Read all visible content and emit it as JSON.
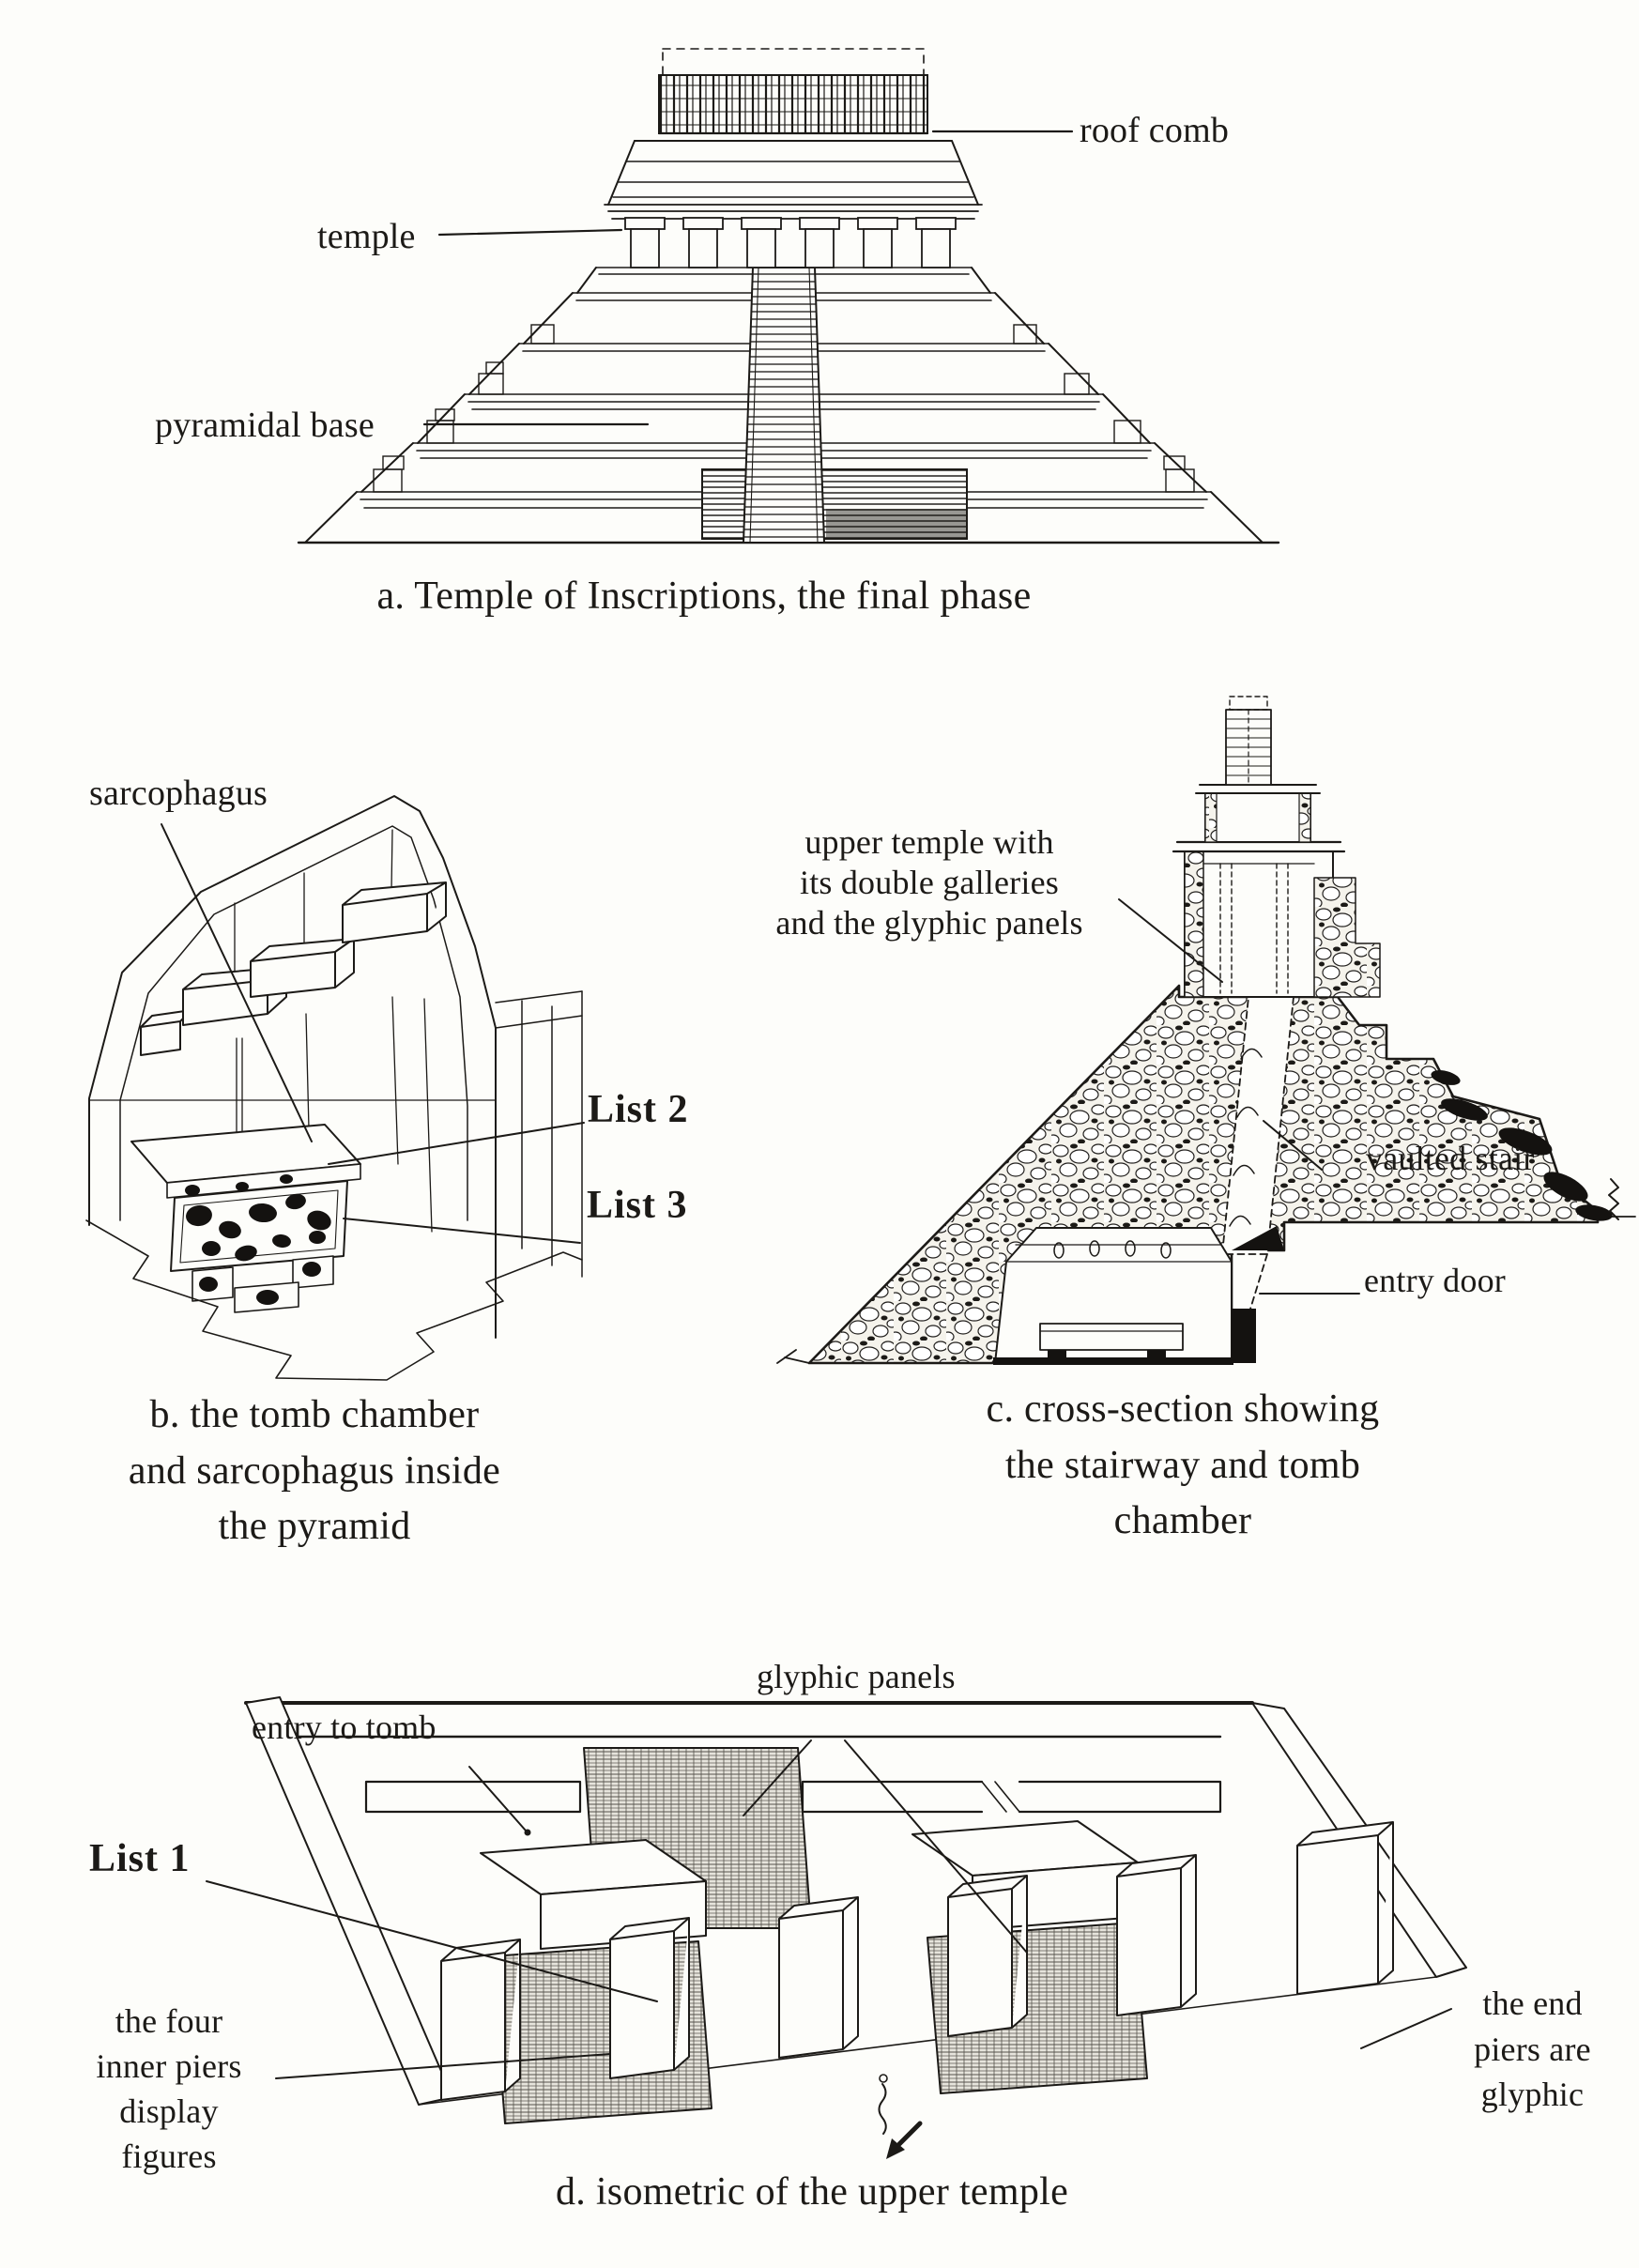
{
  "colors": {
    "ink": "#1c1a17",
    "paper": "#fdfdfa"
  },
  "figures": {
    "a": {
      "caption": "a. Temple of Inscriptions, the final phase",
      "labels": {
        "roof_comb": "roof comb",
        "temple": "temple",
        "pyramidal_base": "pyramidal base"
      }
    },
    "b": {
      "caption": "b. the tomb chamber\nand sarcophagus inside\nthe pyramid",
      "labels": {
        "sarcophagus": "sarcophagus",
        "list2": "List 2",
        "list3": "List 3"
      }
    },
    "c": {
      "caption": "c. cross-section showing\nthe stairway and tomb\nchamber",
      "labels": {
        "upper_temple": "upper temple with\nits double galleries\nand the glyphic panels",
        "vaulted_stair": "vaulted stair",
        "entry_door": "entry door"
      }
    },
    "d": {
      "caption": "d. isometric of the upper temple",
      "labels": {
        "entry_to_tomb": "entry to tomb",
        "glyphic_panels": "glyphic panels",
        "list1": "List 1",
        "inner_piers": "the four\ninner piers\ndisplay\nfigures",
        "end_piers": "the end\npiers are\nglyphic"
      }
    }
  }
}
